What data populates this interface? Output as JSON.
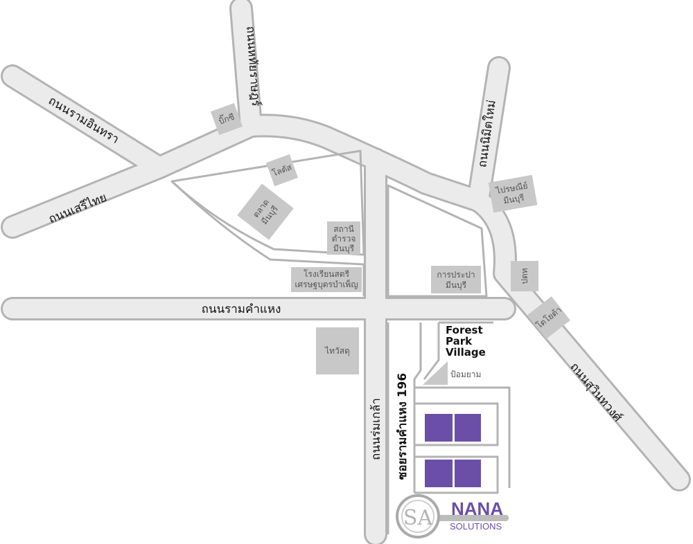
{
  "colors": {
    "road_fill": "#ebebeb",
    "road_outline": "#b3b3b3",
    "landmark_box": "#c8c8c8",
    "building": "#6b4ea8",
    "brand": "#6b4ea8"
  },
  "roads": {
    "ram_inthra": "ถนนรามอินทรา",
    "seri_thai": "ถนนเสรีไทย",
    "ramkhamhaeng": "ถนนรามคำแหง",
    "hathai_rat": "ถนนหทัยราษฎร์",
    "nimit_mai": "ถนนนิมิตใหม่",
    "suwinthawong": "ถนนสุวินทวงศ์",
    "rom_klao": "ถนนร่มเกล้า",
    "soi_196": "ซอยรามคำแหง 196"
  },
  "landmarks": {
    "big_c": "บิ๊กซี",
    "lotus": "โลตัส",
    "talat_minburi": [
      "ตลาด",
      "มีนบุรี"
    ],
    "police_station": [
      "สถานี",
      "ตำรวจ",
      "มีนบุรี"
    ],
    "school": [
      "โรงเรียนสตรี",
      "เศรษฐบุตรบำเพ็ญ"
    ],
    "waterworks": [
      "การประปา",
      "มีนบุรี"
    ],
    "post_office": [
      "ไปรษณีย์",
      "มีนบุรี"
    ],
    "ptt": "ปตท",
    "toyota": "โตโยต้า",
    "thai_watsadu": "ไทวัสดุ",
    "security_post": "ป้อมยาม"
  },
  "village": [
    "Forest",
    "Park",
    "Village"
  ],
  "logo": {
    "monogram": "SA",
    "title": "NANA",
    "subtitle": "SOLUTIONS"
  }
}
